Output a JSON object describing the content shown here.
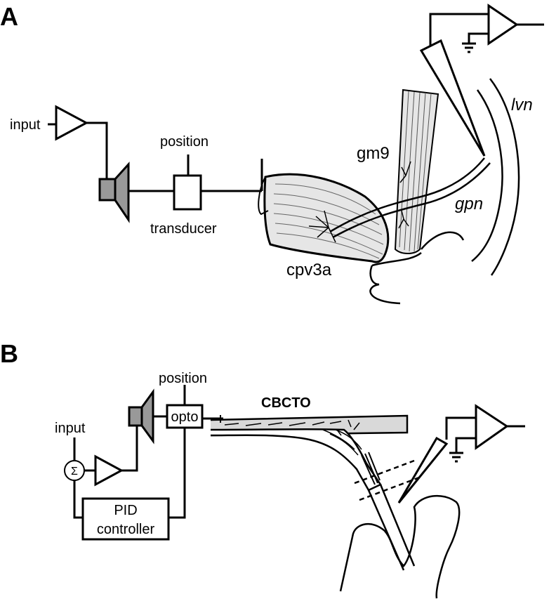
{
  "panel_a": {
    "letter": "A",
    "input_label": "input",
    "position_label": "position",
    "transducer_label": "transducer",
    "gm9_label": "gm9",
    "lvn_label": "lvn",
    "gpn_label": "gpn",
    "cpv3a_label": "cpv3a"
  },
  "panel_b": {
    "letter": "B",
    "input_label": "input",
    "sum_symbol": "Σ",
    "position_label": "position",
    "opto_label": "opto",
    "cbcto_label": "CBCTO",
    "pid_line1": "PID",
    "pid_line2": "controller"
  },
  "colors": {
    "stroke": "#000000",
    "gray_fill": "#999999",
    "light_gray_fill": "#d9d9d9"
  }
}
